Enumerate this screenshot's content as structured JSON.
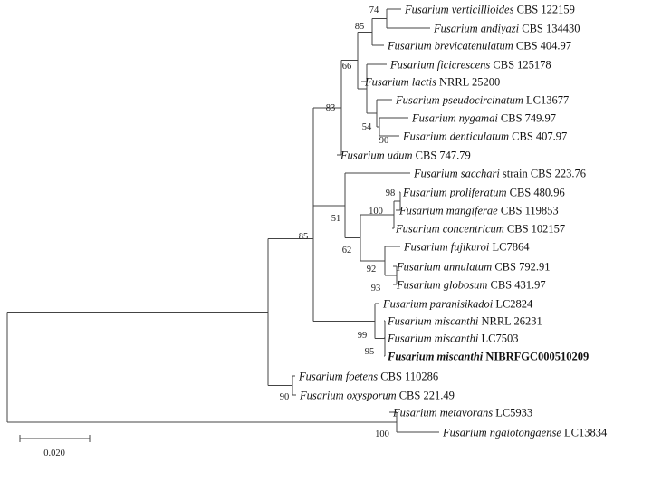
{
  "taxa": [
    {
      "species": "Fusarium verticillioides",
      "strain": "CBS 122159"
    },
    {
      "species": "Fusarium andiyazi",
      "strain": "CBS 134430"
    },
    {
      "species": "Fusarium brevicatenulatum",
      "strain": "CBS 404.97"
    },
    {
      "species": "Fusarium ficicrescens",
      "strain": "CBS 125178"
    },
    {
      "species": "Fusarium lactis",
      "strain": "NRRL 25200"
    },
    {
      "species": "Fusarium pseudocircinatum",
      "strain": "LC13677"
    },
    {
      "species": "Fusarium nygamai",
      "strain": "CBS 749.97"
    },
    {
      "species": "Fusarium denticulatum",
      "strain": "CBS 407.97"
    },
    {
      "species": "Fusarium udum",
      "strain": "CBS 747.79"
    },
    {
      "species": "Fusarium sacchari",
      "strain": "strain CBS 223.76"
    },
    {
      "species": "Fusarium proliferatum",
      "strain": "CBS 480.96"
    },
    {
      "species": "Fusarium mangiferae",
      "strain": "CBS 119853"
    },
    {
      "species": "Fusarium concentricum",
      "strain": "CBS 102157"
    },
    {
      "species": "Fusarium fujikuroi",
      "strain": "LC7864"
    },
    {
      "species": "Fusarium annulatum",
      "strain": "CBS 792.91"
    },
    {
      "species": "Fusarium globosum",
      "strain": "CBS 431.97"
    },
    {
      "species": "Fusarium paranisikadoi",
      "strain": "LC2824"
    },
    {
      "species": "Fusarium miscanthi",
      "strain": "NRRL 26231"
    },
    {
      "species": "Fusarium miscanthi",
      "strain": "LC7503"
    },
    {
      "species": "Fusarium miscanthi",
      "strain": "NIBRFGC000510209",
      "highlight": true
    },
    {
      "species": "Fusarium foetens",
      "strain": "CBS 110286"
    },
    {
      "species": "Fusarium oxysporum",
      "strain": "CBS 221.49"
    },
    {
      "species": "Fusarium metavorans",
      "strain": "LC5933"
    },
    {
      "species": "Fusarium ngaiotongaense",
      "strain": "LC13834"
    }
  ],
  "bootstrap_values": [
    "74",
    "85",
    "66",
    "54",
    "90",
    "83",
    "98",
    "100",
    "51",
    "62",
    "92",
    "93",
    "85",
    "99",
    "95",
    "90",
    "100"
  ],
  "scale_bar": {
    "label": "0.020"
  }
}
